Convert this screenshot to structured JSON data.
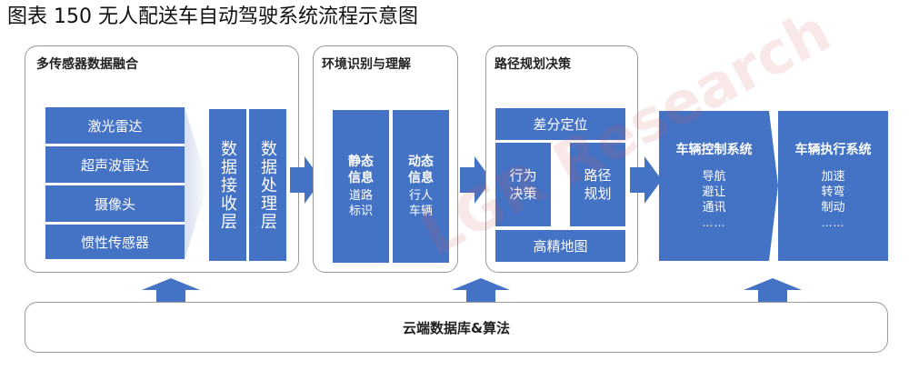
{
  "figure_title": "图表 150    无人配送车自动驾驶系统流程示意图",
  "section1": {
    "label": "多传感器数据融合",
    "sensors": [
      "激光雷达",
      "超声波雷达",
      "摄像头",
      "惯性传感器"
    ],
    "receive_layer": "数据接收层",
    "process_layer": "数据处理层"
  },
  "section2": {
    "label": "环境识别与理解",
    "static_title": "静态信息",
    "static_items": [
      "道路",
      "标识"
    ],
    "dynamic_title": "动态信息",
    "dynamic_items": [
      "行人",
      "车辆"
    ]
  },
  "section3": {
    "label": "路径规划决策",
    "diff_positioning": "差分定位",
    "behavior_decision": "行为决策",
    "path_planning": "路径规划",
    "hd_map": "高精地图"
  },
  "control_system": {
    "title": "车辆控制系统",
    "items": [
      "导航",
      "避让",
      "通讯",
      "……"
    ]
  },
  "execution_system": {
    "title": "车辆执行系统",
    "items": [
      "加速",
      "转弯",
      "制动",
      "……"
    ]
  },
  "cloud": "云端数据库&算法",
  "watermark": "LGR Research",
  "colors": {
    "box_blue": "#4472c4",
    "arrow_blue": "#4472c4",
    "panel_border": "#9a9a9a"
  }
}
